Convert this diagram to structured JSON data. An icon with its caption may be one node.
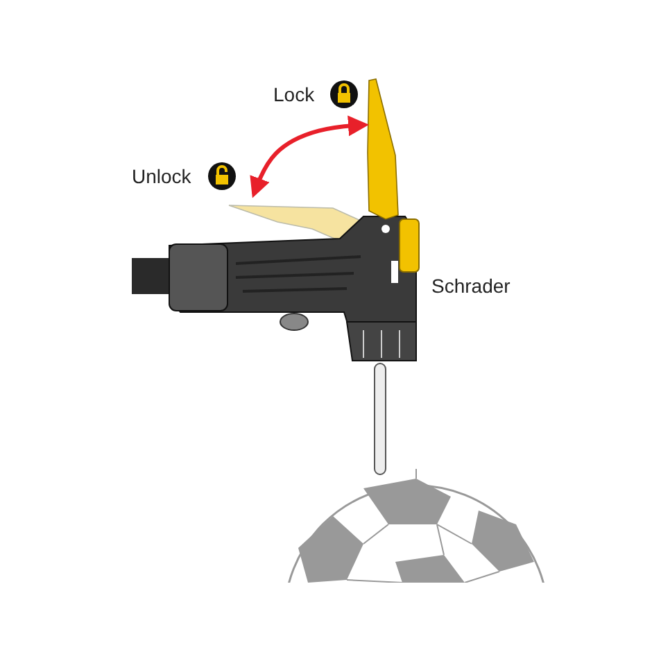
{
  "diagram": {
    "labels": [
      "Lock",
      "Unlock",
      "Schrader"
    ]
  }
}
